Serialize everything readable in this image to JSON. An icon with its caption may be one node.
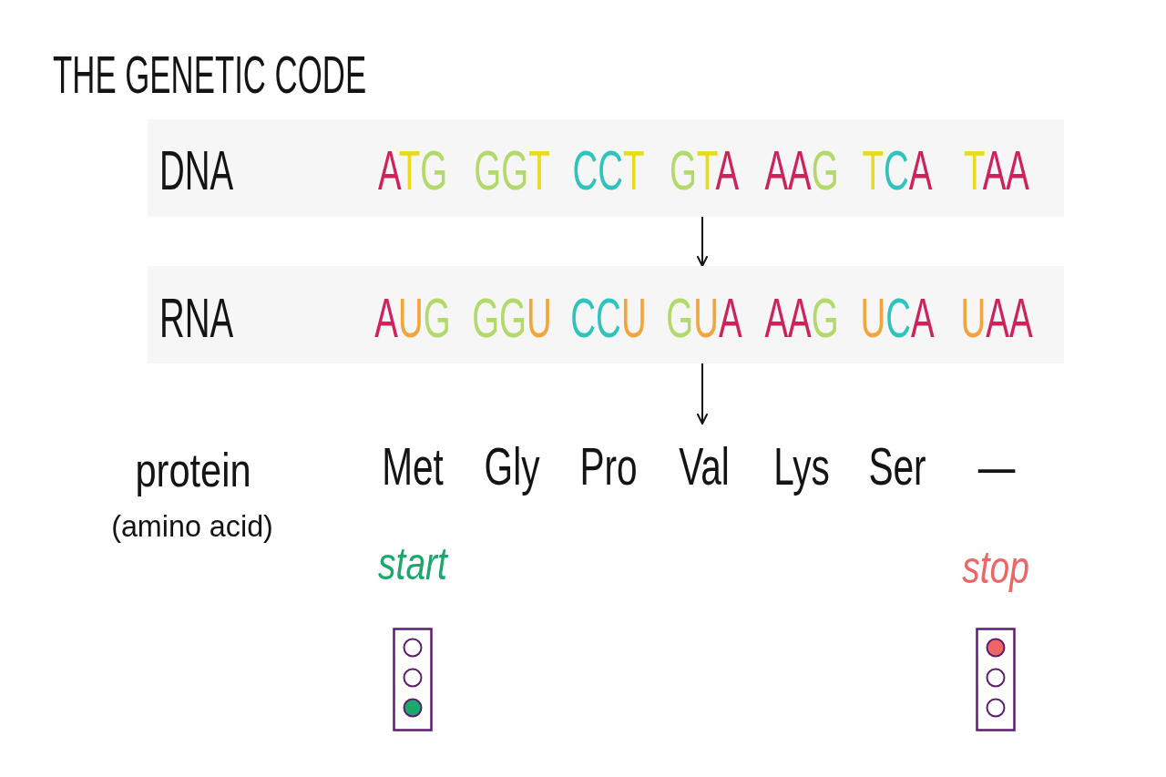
{
  "diagram": {
    "title": "THE GENETIC CODE",
    "nodes": [
      {
        "text": [
          "DNA",
          "ATG",
          "GGT",
          "CCT",
          "GTA",
          "AAG",
          "TCA",
          "TAA"
        ]
      },
      {
        "text": [
          "RNA",
          "AUG",
          "GGU",
          "CCU",
          "GUA",
          "AAG",
          "UCA",
          "UAA"
        ]
      },
      {
        "text": [
          "Met",
          "Gly",
          "Pro",
          "Val",
          "Lys",
          "Ser",
          "—"
        ],
        "beside": [
          "protein",
          "(amino acid)"
        ]
      }
    ],
    "edges": [
      {
        "from": 0,
        "to": 1,
        "arrow": "to"
      },
      {
        "from": 1,
        "to": 2,
        "arrow": "to"
      }
    ],
    "labels": [
      "start",
      "stop"
    ]
  }
}
